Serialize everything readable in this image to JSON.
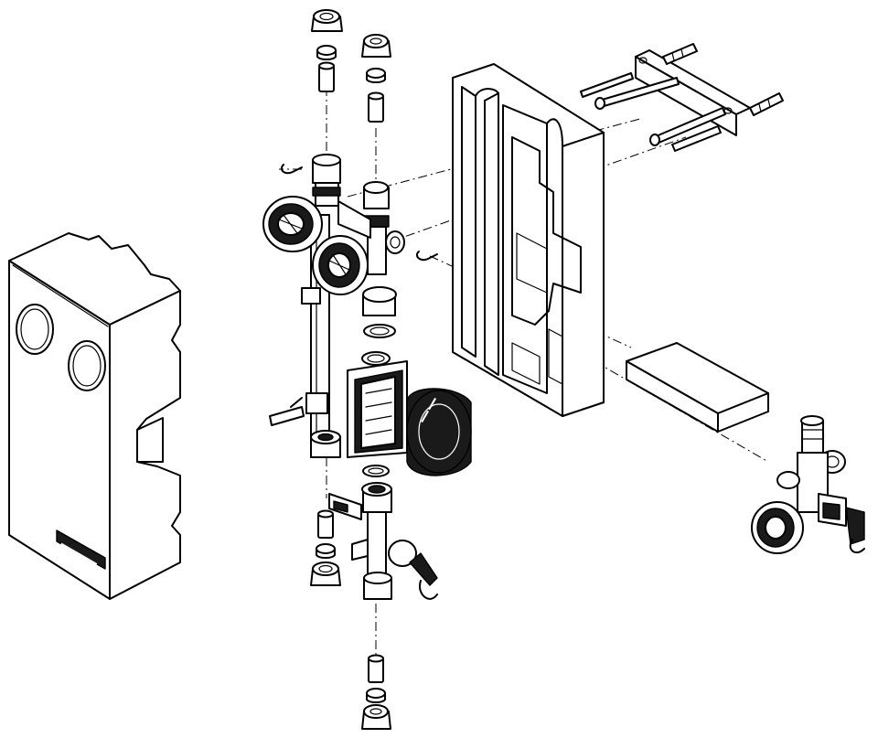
{
  "diagram": {
    "type": "exploded-assembly-drawing",
    "parts": [
      {
        "id": "insulation-front-shell"
      },
      {
        "id": "insulation-back-shell"
      },
      {
        "id": "wall-bracket"
      },
      {
        "id": "wall-anchors"
      },
      {
        "id": "mounting-screws"
      },
      {
        "id": "supply-valve-assembly"
      },
      {
        "id": "thermometer-dial-left"
      },
      {
        "id": "thermometer-dial-right"
      },
      {
        "id": "circulation-pump"
      },
      {
        "id": "return-valve-assembly"
      },
      {
        "id": "safety-valve-group"
      },
      {
        "id": "insulation-block"
      },
      {
        "id": "compression-nuts"
      },
      {
        "id": "olive-rings"
      },
      {
        "id": "pipe-sleeves"
      },
      {
        "id": "retaining-clips"
      },
      {
        "id": "flat-gaskets"
      }
    ]
  }
}
